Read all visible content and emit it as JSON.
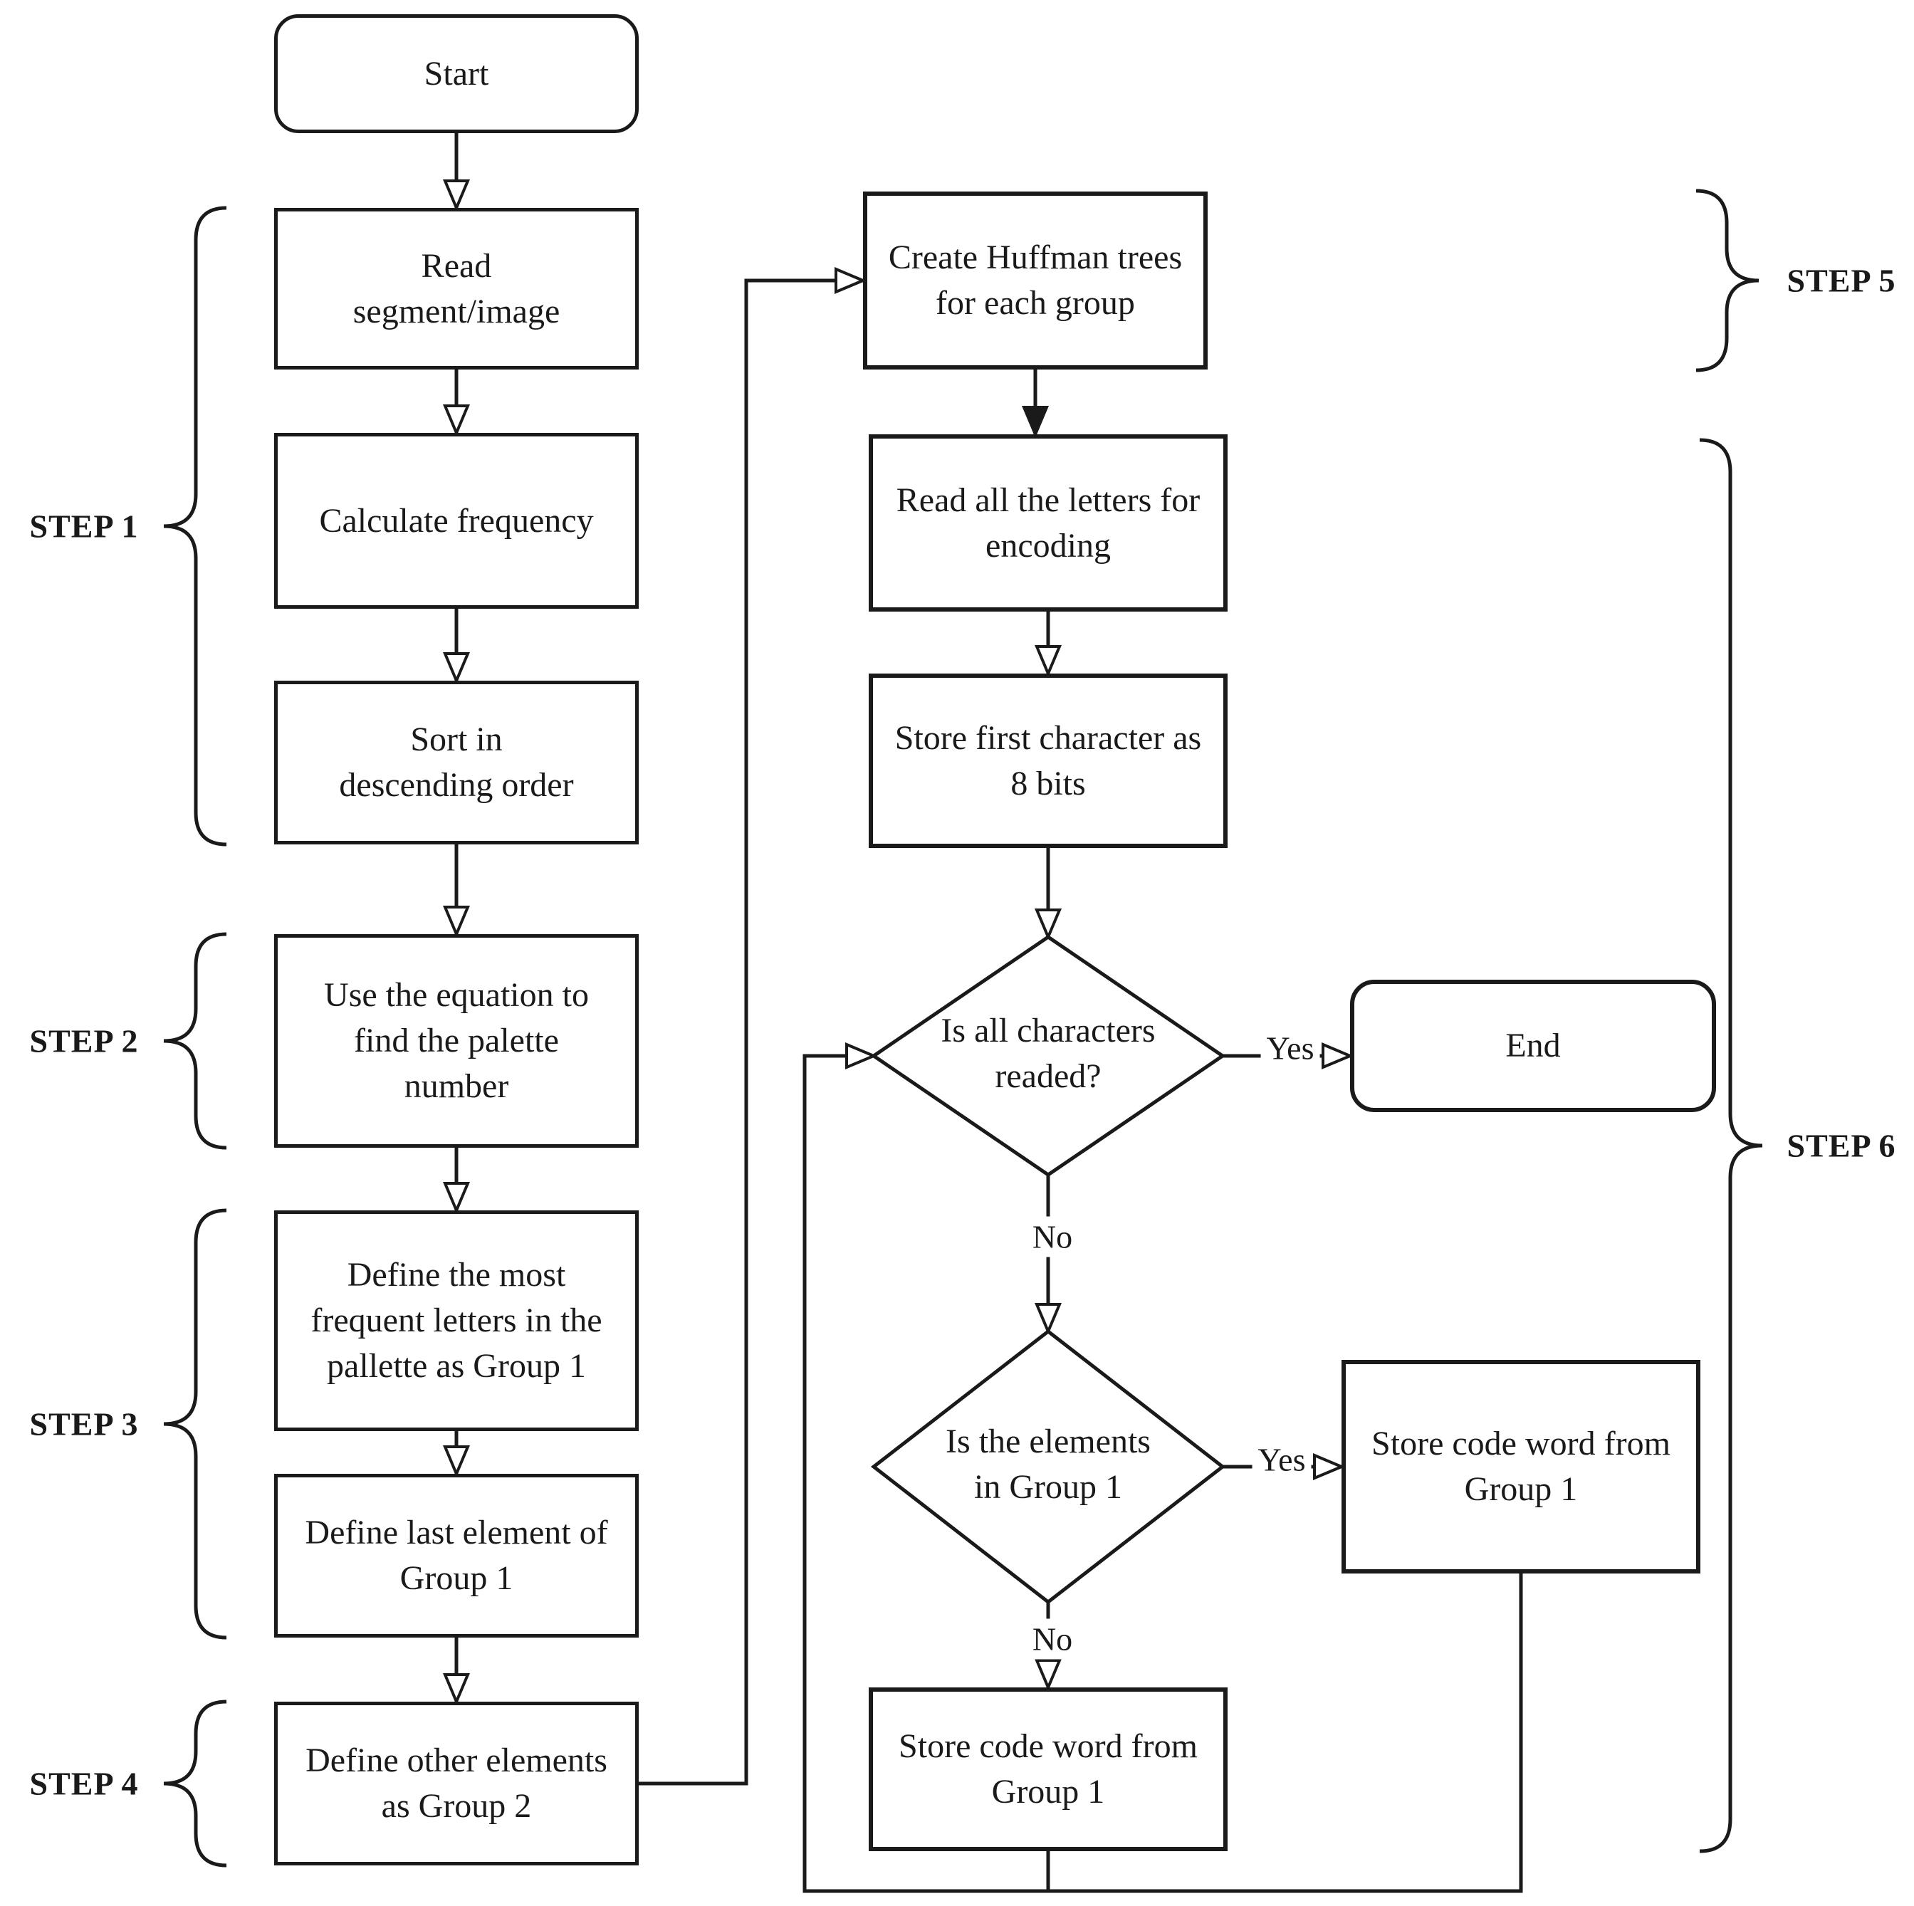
{
  "flowchart": {
    "colors": {
      "line": "#1a1a1a",
      "background": "#ffffff"
    },
    "nodes": {
      "start": {
        "label": "Start",
        "type": "terminator"
      },
      "read_segment": {
        "label": "Read\nsegment/image",
        "type": "process"
      },
      "calculate_frequency": {
        "label": "Calculate frequency",
        "type": "process"
      },
      "sort_descending": {
        "label": "Sort in\ndescending order",
        "type": "process"
      },
      "use_equation": {
        "label": "Use the equation to\nfind the palette\nnumber",
        "type": "process"
      },
      "define_group1": {
        "label": "Define the most\nfrequent letters in the\npallette as Group 1",
        "type": "process"
      },
      "define_last_element": {
        "label": "Define last element of\nGroup 1",
        "type": "process"
      },
      "define_group2": {
        "label": "Define other elements\nas Group 2",
        "type": "process"
      },
      "create_trees": {
        "label": "Create Huffman trees\nfor each group",
        "type": "process"
      },
      "read_letters": {
        "label": "Read all the letters for\nencoding",
        "type": "process"
      },
      "store_first_char": {
        "label": "Store first character as\n8 bits",
        "type": "process"
      },
      "decision_all_read": {
        "label": "Is all characters\nreaded?",
        "type": "decision"
      },
      "end": {
        "label": "End",
        "type": "terminator"
      },
      "decision_in_group1": {
        "label": "Is the elements\nin Group 1",
        "type": "decision"
      },
      "store_code_yes": {
        "label": "Store code word from\nGroup 1",
        "type": "process"
      },
      "store_code_no": {
        "label": "Store code word from\nGroup 1",
        "type": "process"
      }
    },
    "steps": {
      "step1": "STEP 1",
      "step2": "STEP 2",
      "step3": "STEP 3",
      "step4": "STEP 4",
      "step5": "STEP 5",
      "step6": "STEP 6"
    },
    "edge_labels": {
      "yes_all_read": "Yes",
      "no_all_read": "No",
      "yes_in_group1": "Yes",
      "no_in_group1": "No"
    }
  }
}
